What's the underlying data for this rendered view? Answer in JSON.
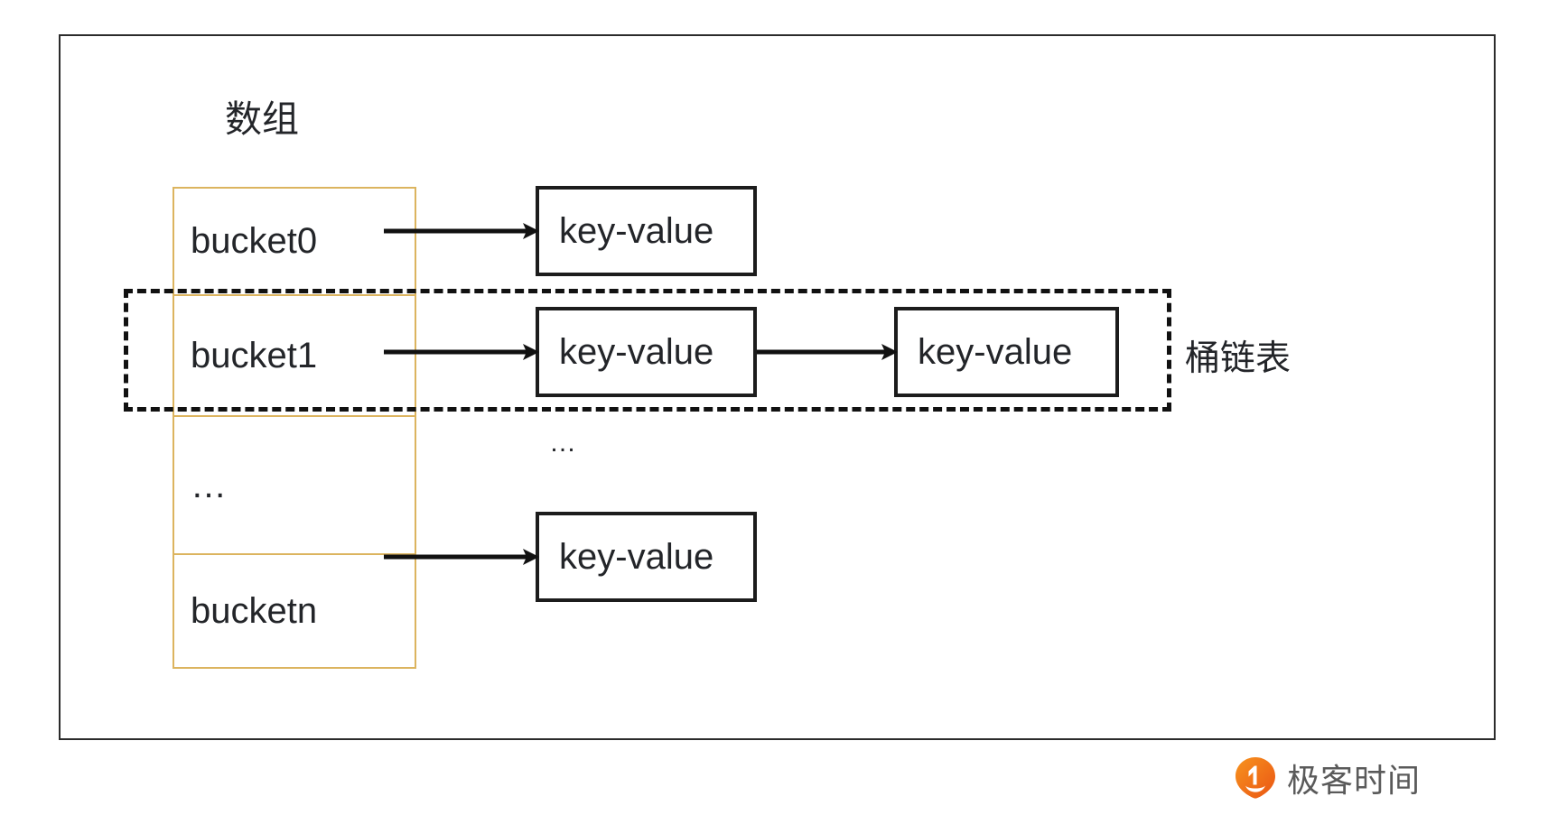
{
  "diagram": {
    "array_label": "数组",
    "array_cells": [
      {
        "label": "bucket0"
      },
      {
        "label": "bucket1"
      },
      {
        "label": "…"
      },
      {
        "label": "bucketn"
      }
    ],
    "kv_nodes": [
      {
        "label": "key-value"
      },
      {
        "label": "key-value"
      },
      {
        "label": "key-value"
      },
      {
        "label": "key-value"
      }
    ],
    "middle_ellipsis": "…",
    "highlight_label": "桶链表",
    "colors": {
      "array_border": "#dcb45f",
      "node_border": "#1c1c1c",
      "frame_border": "#2b2b2b",
      "highlight_border": "#111111",
      "brand_orange": "#f06a1e",
      "text": "#232529"
    }
  },
  "brand": {
    "name": "极客时间",
    "mark": "pin-logo-icon"
  }
}
